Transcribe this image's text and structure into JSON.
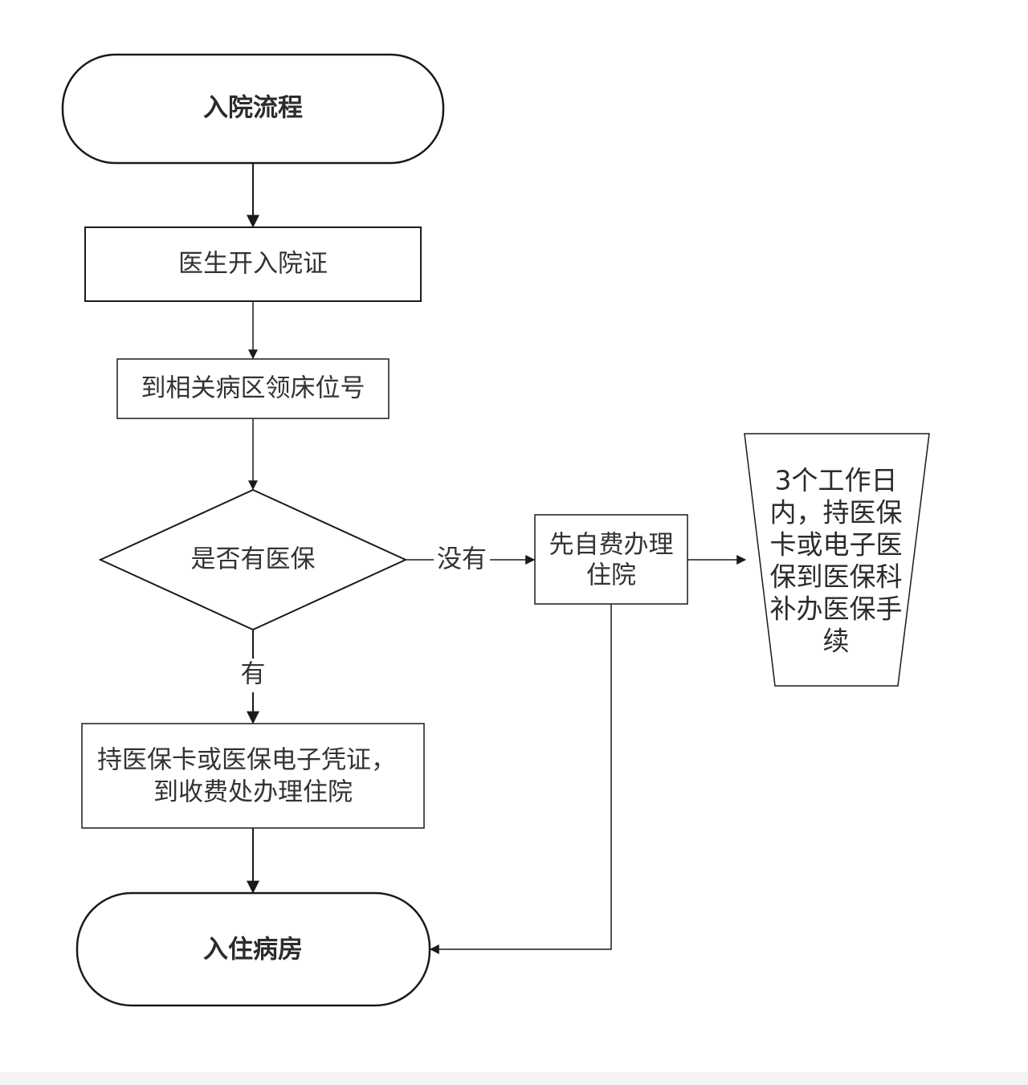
{
  "nodes": {
    "start": "入院流程",
    "step1": "医生开入院证",
    "step2": "到相关病区领床位号",
    "decision": "是否有医保",
    "self_pay": [
      "先自费办理",
      "住院"
    ],
    "with_insurance": [
      "持医保卡或医保电子凭证，",
      "到收费处办理住院"
    ],
    "note": [
      "3个工作日",
      "内，持医保",
      "卡或电子医",
      "保到医保科",
      "补办医保手",
      "续"
    ],
    "end": "入住病房"
  },
  "edges": {
    "no_label": "没有",
    "yes_label": "有"
  },
  "colors": {
    "stroke": "#1a1a1a",
    "text": "#333333",
    "background": "#ffffff"
  }
}
